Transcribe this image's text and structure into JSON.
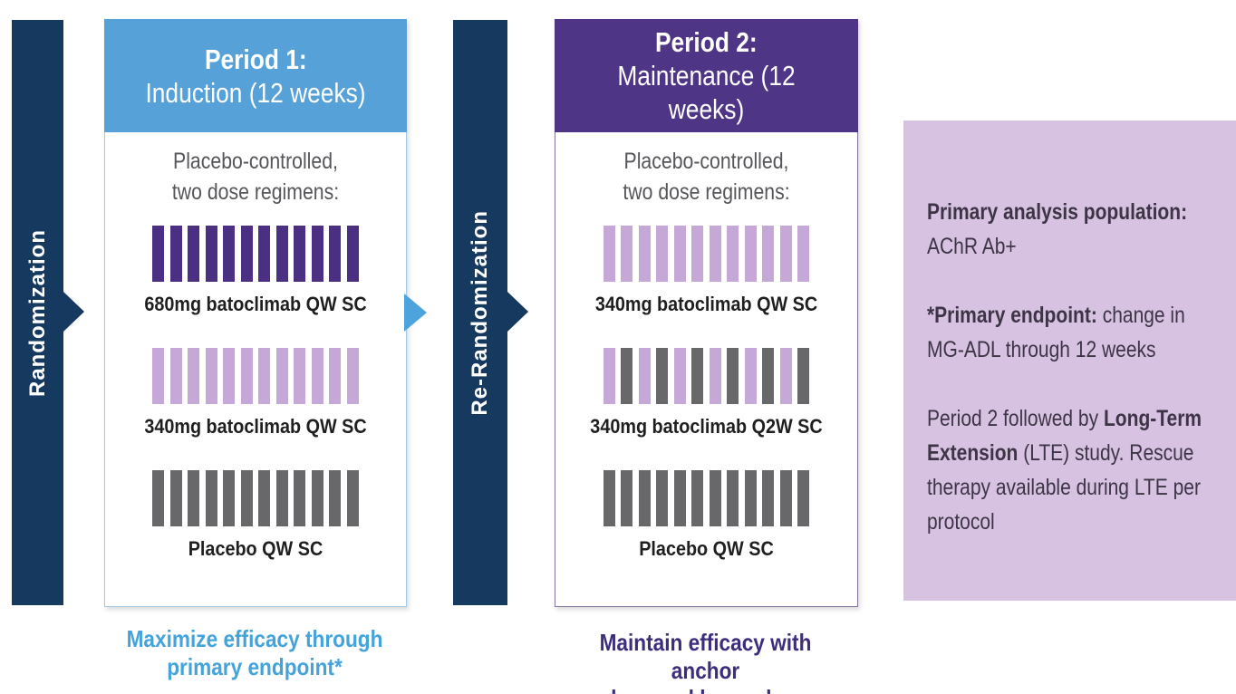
{
  "colors": {
    "navy": "#15395f",
    "blue_header": "#55a1d8",
    "blue_arrow": "#4da3dc",
    "purple_header": "#4e3585",
    "dark_purple": "#4a2f82",
    "light_purple": "#c5a8d8",
    "gray": "#68686b",
    "panel_bg": "#d7c2e2",
    "panel_text": "#3d3545",
    "caption_blue": "#44a3db",
    "caption_purple": "#3e2d7d",
    "subtitle_gray": "#55565a",
    "label_black": "#1f1f1f",
    "p1_border": "#a3cbe9",
    "p2_border": "#85759f"
  },
  "randomization_bar": {
    "label": "Randomization"
  },
  "rerandomization_bar": {
    "label": "Re-Randomization"
  },
  "period1": {
    "header": {
      "line1": "Period 1:",
      "line2": "Induction (12 weeks)"
    },
    "subtitle": {
      "line1": "Placebo-controlled,",
      "line2": "two dose regimens:"
    },
    "arms": [
      {
        "label": "680mg batoclimab QW SC",
        "bars": [
          "dark_purple",
          "dark_purple",
          "dark_purple",
          "dark_purple",
          "dark_purple",
          "dark_purple",
          "dark_purple",
          "dark_purple",
          "dark_purple",
          "dark_purple",
          "dark_purple",
          "dark_purple"
        ]
      },
      {
        "label": "340mg batoclimab QW SC",
        "bars": [
          "light_purple",
          "light_purple",
          "light_purple",
          "light_purple",
          "light_purple",
          "light_purple",
          "light_purple",
          "light_purple",
          "light_purple",
          "light_purple",
          "light_purple",
          "light_purple"
        ]
      },
      {
        "label": "Placebo QW SC",
        "bars": [
          "gray",
          "gray",
          "gray",
          "gray",
          "gray",
          "gray",
          "gray",
          "gray",
          "gray",
          "gray",
          "gray",
          "gray"
        ]
      }
    ],
    "caption": {
      "line1": "Maximize efficacy through",
      "line2": "primary endpoint*"
    }
  },
  "period2": {
    "header": {
      "line1": "Period 2:",
      "line2": "Maintenance (12 weeks)"
    },
    "subtitle": {
      "line1": "Placebo-controlled,",
      "line2": "two dose regimens:"
    },
    "arms": [
      {
        "label": "340mg batoclimab QW SC",
        "bars": [
          "light_purple",
          "light_purple",
          "light_purple",
          "light_purple",
          "light_purple",
          "light_purple",
          "light_purple",
          "light_purple",
          "light_purple",
          "light_purple",
          "light_purple",
          "light_purple"
        ]
      },
      {
        "label": "340mg batoclimab Q2W SC",
        "bars": [
          "light_purple",
          "gray",
          "light_purple",
          "gray",
          "light_purple",
          "gray",
          "light_purple",
          "gray",
          "light_purple",
          "gray",
          "light_purple",
          "gray"
        ]
      },
      {
        "label": "Placebo QW SC",
        "bars": [
          "gray",
          "gray",
          "gray",
          "gray",
          "gray",
          "gray",
          "gray",
          "gray",
          "gray",
          "gray",
          "gray",
          "gray"
        ]
      }
    ],
    "caption": {
      "line1": "Maintain efficacy with anchor",
      "line2": "dose and lower dose"
    }
  },
  "info_panel": {
    "paragraphs": [
      [
        {
          "text": "Primary analysis population:",
          "bold": true
        },
        {
          "text": "\nAChR Ab+",
          "bold": false
        }
      ],
      [
        {
          "text": "*Primary endpoint:",
          "bold": true
        },
        {
          "text": " change in MG-ADL through 12 weeks",
          "bold": false
        }
      ],
      [
        {
          "text": "Period 2 followed by ",
          "bold": false
        },
        {
          "text": "Long-Term Extension",
          "bold": true
        },
        {
          "text": " (LTE) study. Rescue therapy available during LTE per protocol",
          "bold": false
        }
      ]
    ]
  }
}
